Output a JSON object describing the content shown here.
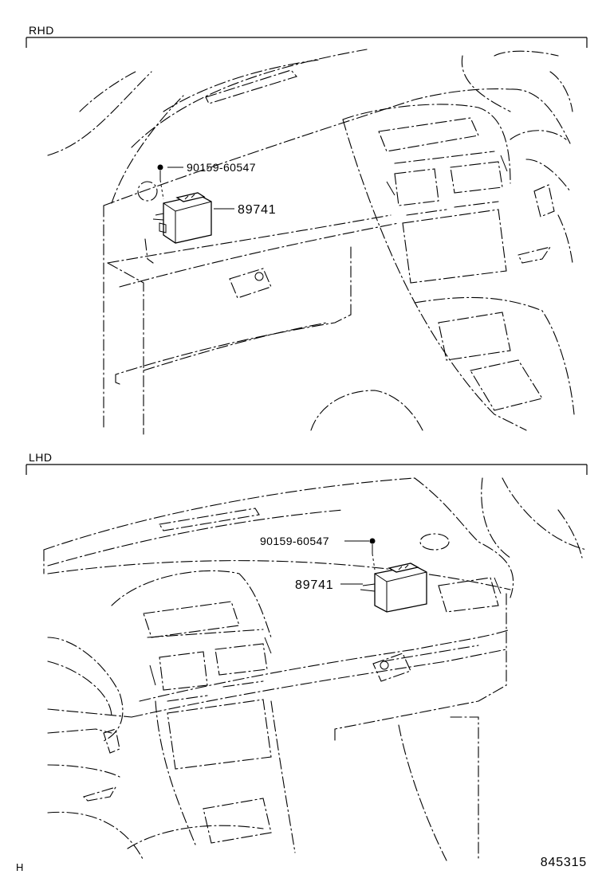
{
  "sections": {
    "rhd": {
      "label": "RHD",
      "bolt_part_no": "90159-60547",
      "module_part_no": "89741"
    },
    "lhd": {
      "label": "LHD",
      "bolt_part_no": "90159-60547",
      "module_part_no": "89741"
    }
  },
  "footer": {
    "illustration_no": "845315",
    "corner_mark": "H"
  }
}
